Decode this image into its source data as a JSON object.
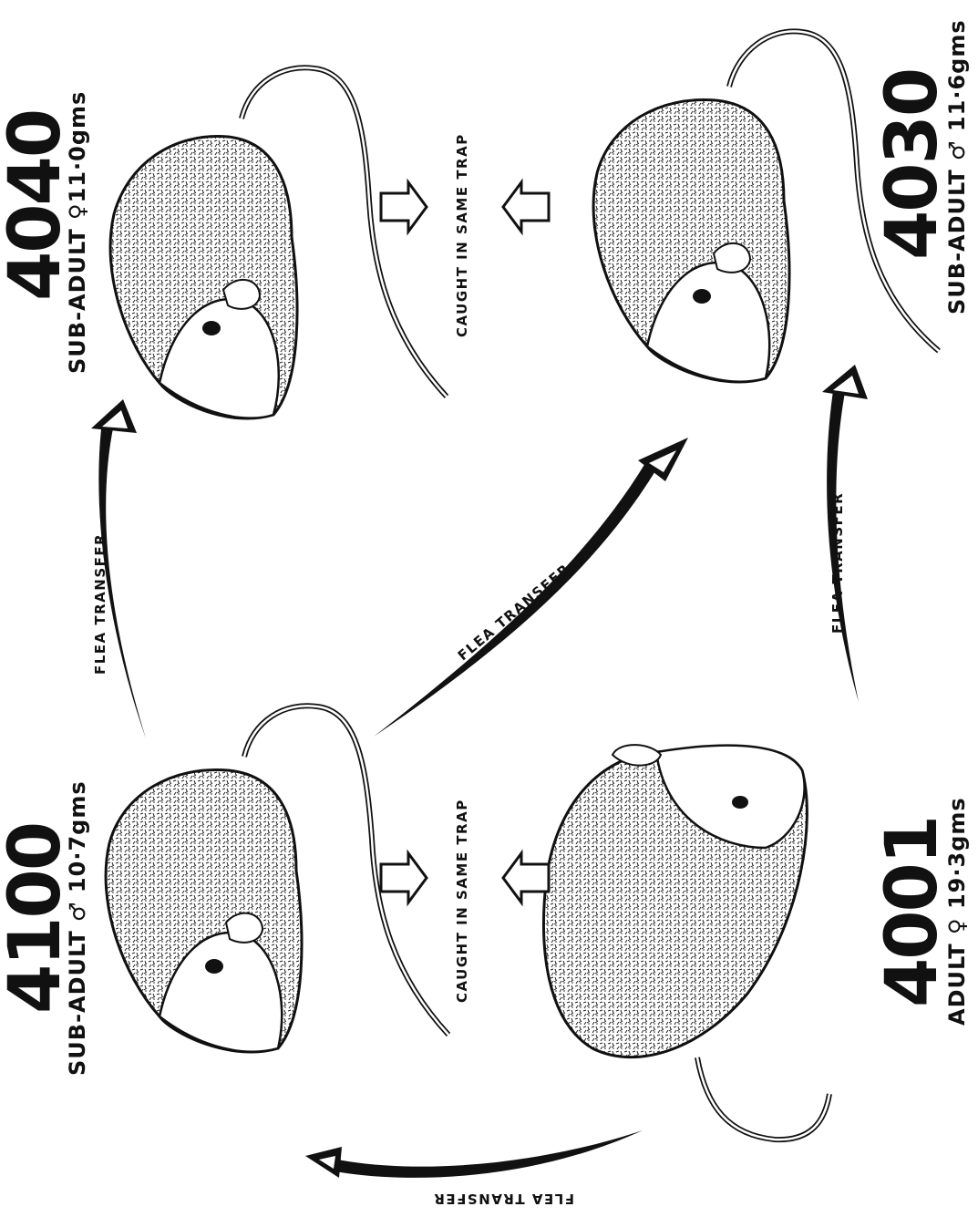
{
  "nodes": [
    {
      "key": "m4040",
      "id": "4040",
      "age": "SUB-ADULT",
      "sex": "♀",
      "weight": "11·0gms"
    },
    {
      "key": "m4100",
      "id": "4100",
      "age": "SUB-ADULT",
      "sex": "♂",
      "weight": "10·7gms"
    },
    {
      "key": "m4030",
      "id": "4030",
      "age": "SUB-ADULT",
      "sex": "♂",
      "weight": "11·6gms"
    },
    {
      "key": "m4001",
      "id": "4001",
      "age": "ADULT",
      "sex": "♀",
      "weight": "19·3gms"
    }
  ],
  "edges": {
    "flea_transfer_label": "FLEA TRANSFER",
    "caught_label": "CAUGHT IN SAME TRAP"
  },
  "colors": {
    "ink": "#111111",
    "background": "#ffffff"
  }
}
